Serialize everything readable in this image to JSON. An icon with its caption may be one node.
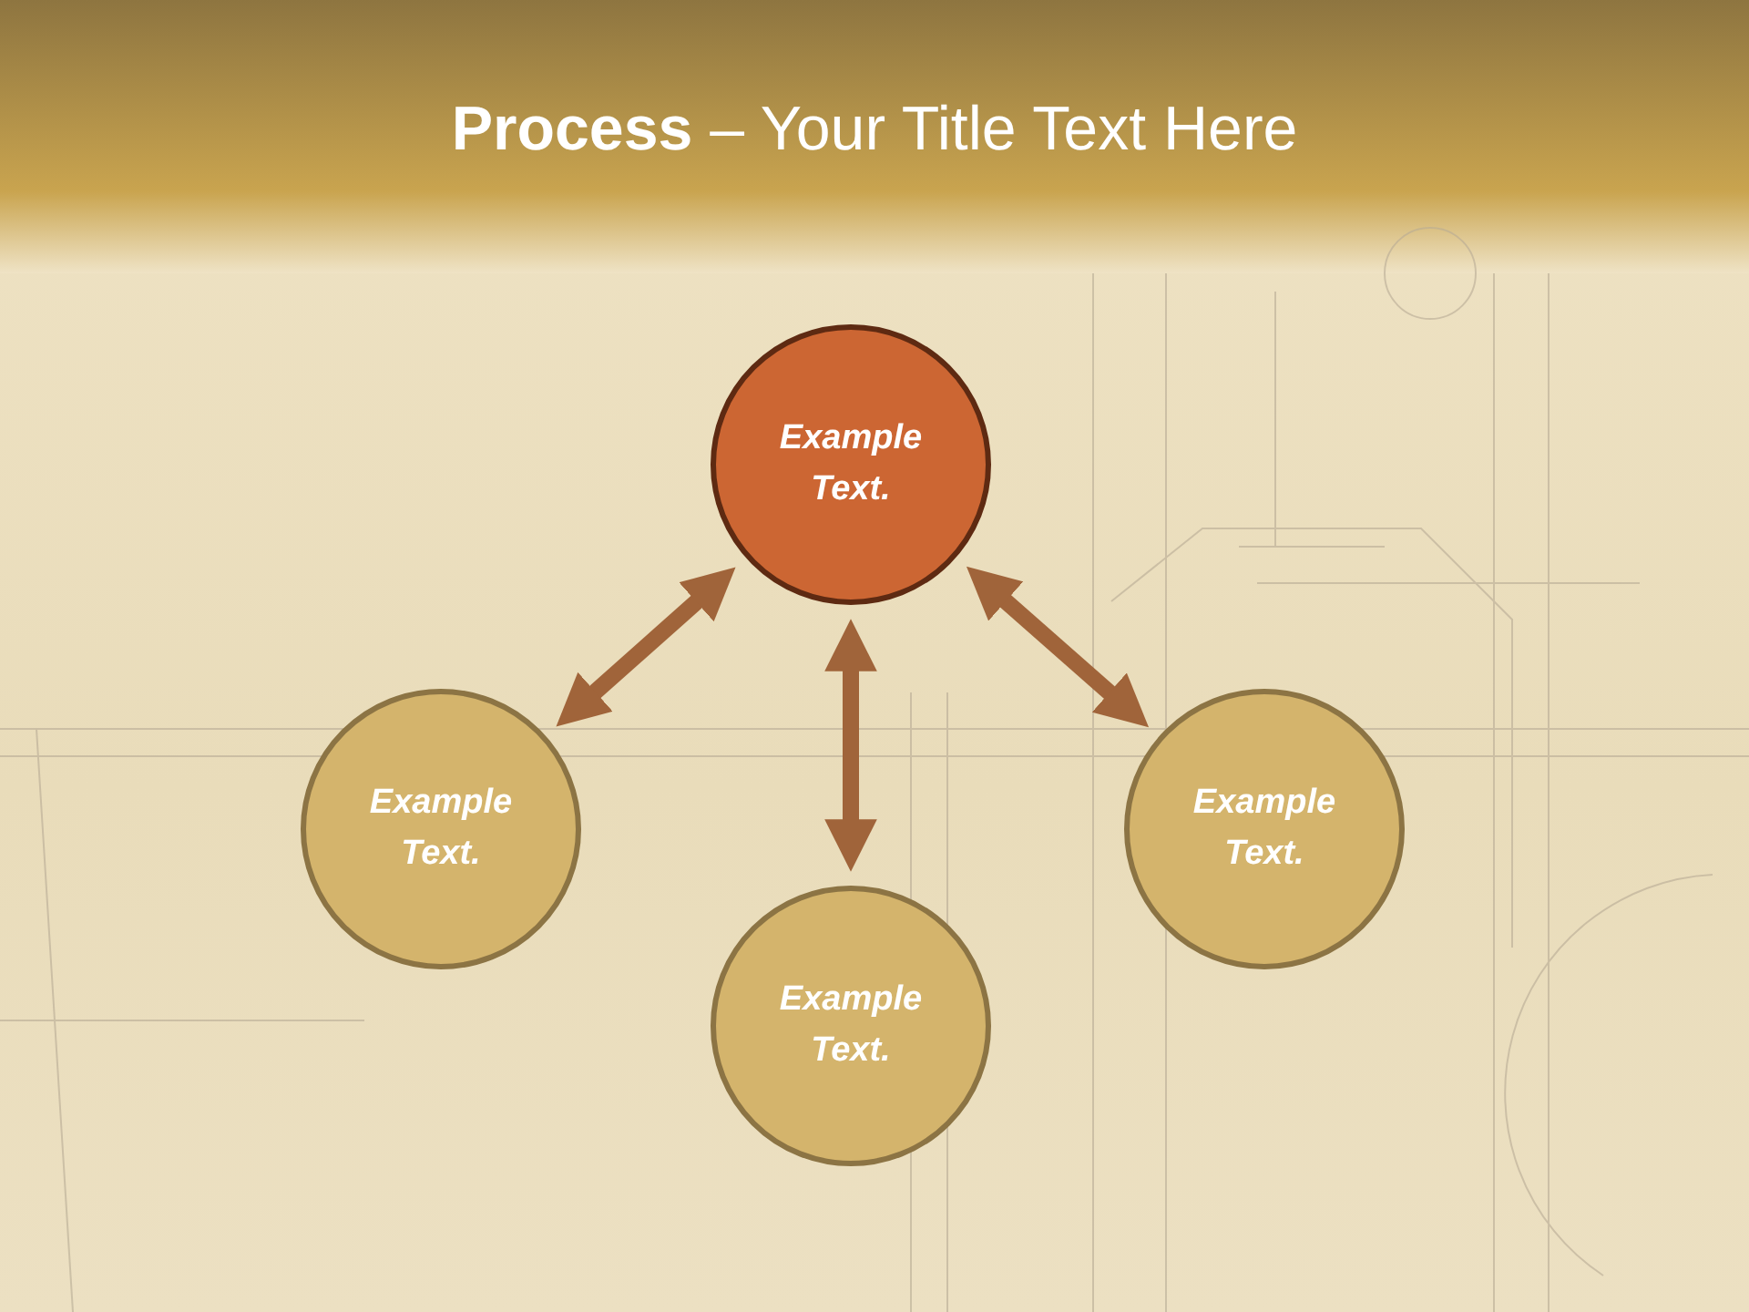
{
  "diagram": {
    "title": "**Process** – Your Title Text Here",
    "nodes": [
      {
        "text": [
          "Example Text."
        ]
      },
      {
        "text": [
          "Example Text."
        ]
      },
      {
        "text": [
          "Example Text."
        ]
      },
      {
        "text": [
          "Example Text."
        ]
      }
    ],
    "edges": [
      {
        "from": 0,
        "to": 1,
        "arrow": "both"
      },
      {
        "from": 0,
        "to": 3,
        "arrow": "both"
      },
      {
        "from": 0,
        "to": 2,
        "arrow": "both"
      }
    ]
  }
}
